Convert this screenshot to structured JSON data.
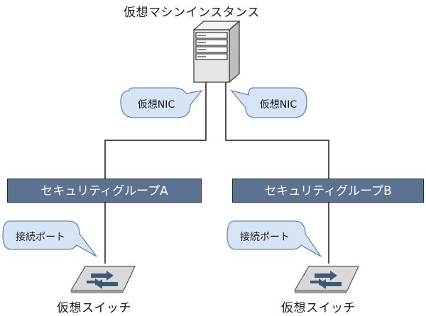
{
  "instance": {
    "label": "仮想マシンインスタンス"
  },
  "nics": [
    {
      "label": "仮想NIC"
    },
    {
      "label": "仮想NIC"
    }
  ],
  "security_groups": [
    {
      "label": "セキュリティグループA"
    },
    {
      "label": "セキュリティグループB"
    }
  ],
  "ports": [
    {
      "label": "接続ポート"
    },
    {
      "label": "接続ポート"
    }
  ],
  "switches": [
    {
      "label": "仮想スイッチ"
    },
    {
      "label": "仮想スイッチ"
    }
  ],
  "colors": {
    "security_group_fill": "#5d7290",
    "bubble_fill": "#d6e4f5",
    "server_fill": "#e8e8e8",
    "line": "#1a1a1a"
  }
}
